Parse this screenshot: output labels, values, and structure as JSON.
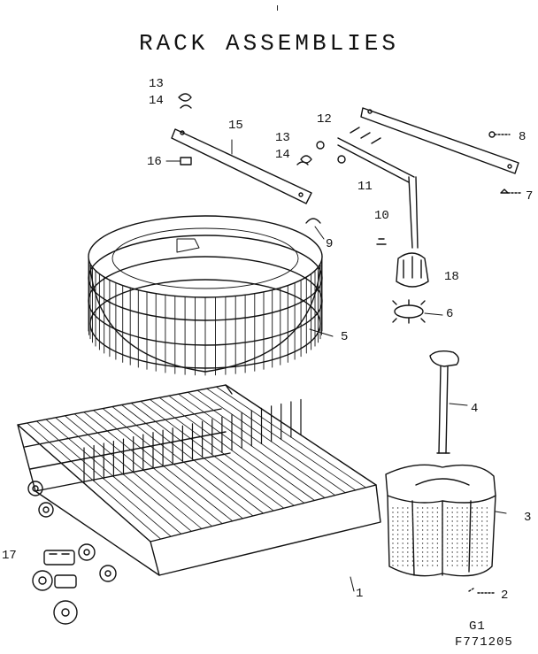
{
  "diagram": {
    "title": "RACK ASSEMBLIES",
    "top_mark": "ı",
    "footer": {
      "line1": "G1",
      "line2": "F771205"
    }
  },
  "callouts": [
    {
      "id": "l13a",
      "text": "13"
    },
    {
      "id": "l14a",
      "text": "14"
    },
    {
      "id": "l15",
      "text": "15"
    },
    {
      "id": "l16",
      "text": "16"
    },
    {
      "id": "l13b",
      "text": "13"
    },
    {
      "id": "l14b",
      "text": "14"
    },
    {
      "id": "l12",
      "text": "12"
    },
    {
      "id": "l8",
      "text": "8"
    },
    {
      "id": "l7",
      "text": "7"
    },
    {
      "id": "l11",
      "text": "11"
    },
    {
      "id": "l10",
      "text": "10"
    },
    {
      "id": "l9",
      "text": "9"
    },
    {
      "id": "l18",
      "text": "18"
    },
    {
      "id": "l6",
      "text": "6"
    },
    {
      "id": "l5",
      "text": "5"
    },
    {
      "id": "l4",
      "text": "4"
    },
    {
      "id": "l3",
      "text": "3"
    },
    {
      "id": "l17",
      "text": "17"
    },
    {
      "id": "l1",
      "text": "1"
    },
    {
      "id": "l2",
      "text": "2"
    }
  ]
}
